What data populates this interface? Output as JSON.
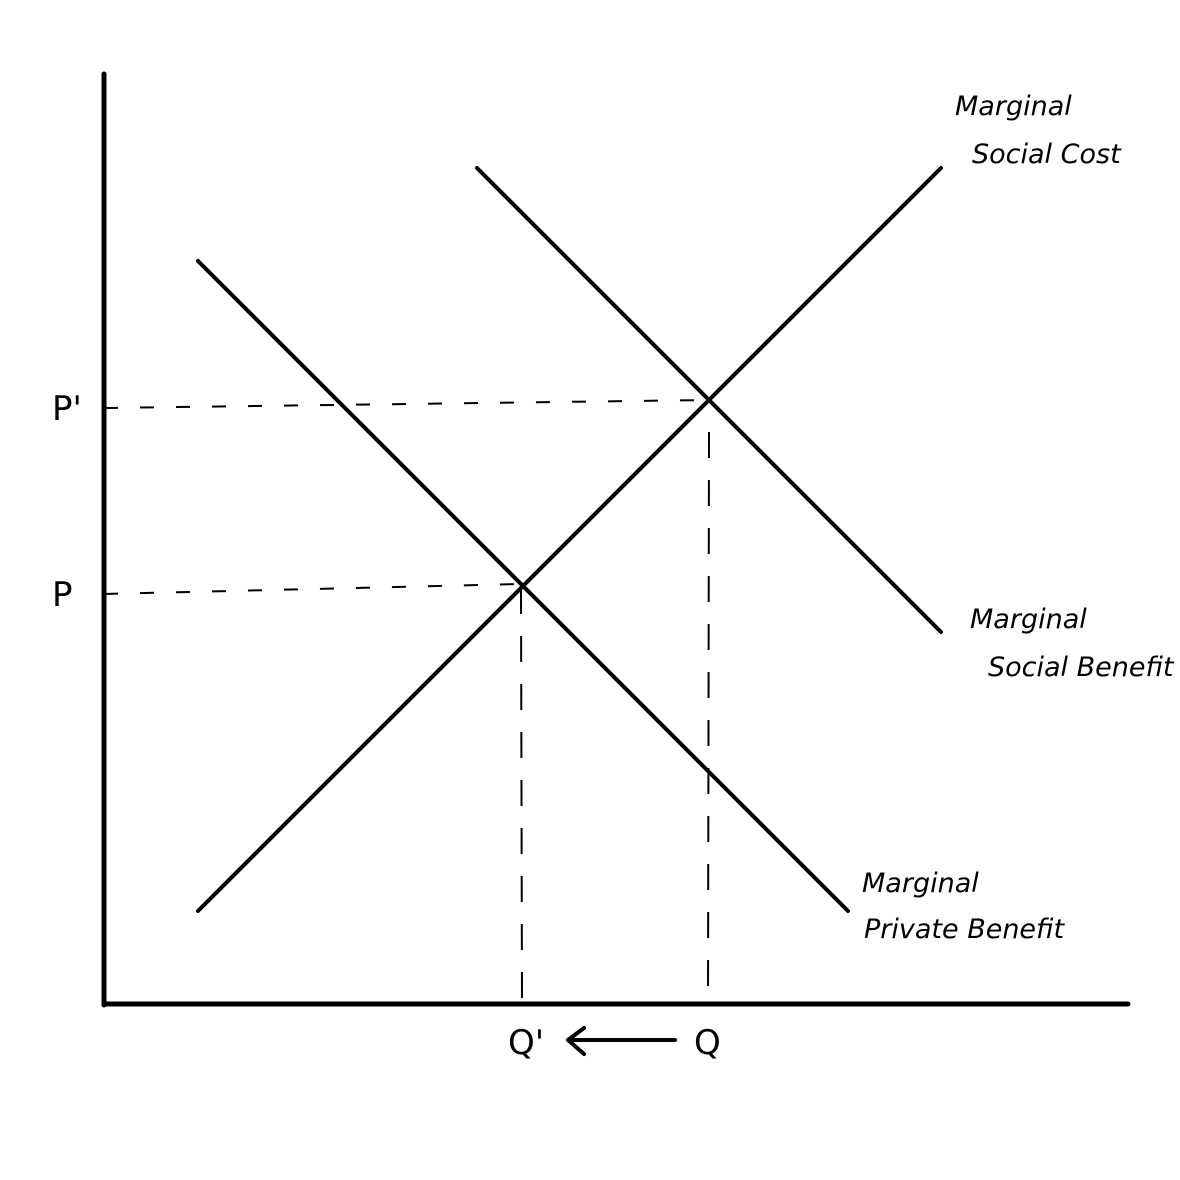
{
  "diagram": {
    "type": "supply-demand-externality",
    "colors": {
      "ink": "#000000",
      "background": "#ffffff"
    },
    "axes": {
      "y_labels": [
        "P'",
        "P"
      ],
      "x_labels": [
        "Q'",
        "Q"
      ],
      "arrow": "Q to Q'"
    },
    "curves": [
      {
        "id": "msc",
        "line1": "Marginal",
        "line2": "Social Cost"
      },
      {
        "id": "msb",
        "line1": "Marginal",
        "line2": "Social Benefit"
      },
      {
        "id": "mpb",
        "line1": "Marginal",
        "line2": "Private Benefit"
      }
    ],
    "price_labels": {
      "p_prime": "P'",
      "p": "P"
    },
    "quantity_labels": {
      "q_prime": "Q'",
      "q": "Q"
    }
  }
}
